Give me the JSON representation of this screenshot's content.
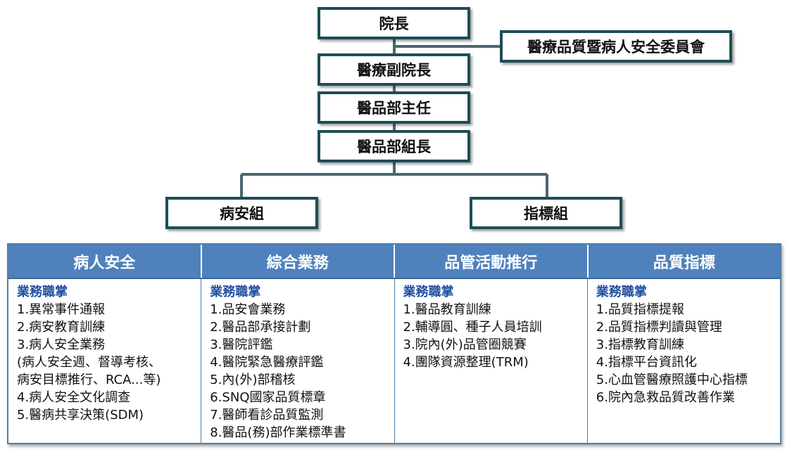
{
  "org": {
    "director": "院長",
    "committee": "醫療品質暨病人安全委員會",
    "vice_director": "醫療副院長",
    "dept_head": "醫品部主任",
    "section_chief": "醫品部組長",
    "group_patient_safety": "病安組",
    "group_indicator": "指標組"
  },
  "table": {
    "columns": [
      {
        "header": "病人安全",
        "title": "業務職掌",
        "items": [
          "1.異常事件通報",
          "2.病安教育訓練",
          "3.病人安全業務",
          "(病人安全週、督導考核、",
          "病安目標推行、RCA...等)",
          "4.病人安全文化調查",
          "5.醫病共享決策(SDM)"
        ]
      },
      {
        "header": "綜合業務",
        "title": "業務職掌",
        "items": [
          "1.品安會業務",
          "2.醫品部承接計劃",
          "3.醫院評鑑",
          "4.醫院緊急醫療評鑑",
          "5.內(外)部稽核",
          "6.SNQ國家品質標章",
          "7.醫師看診品質監測",
          "8.醫品(務)部作業標準書"
        ]
      },
      {
        "header": "品管活動推行",
        "title": "業務職掌",
        "items": [
          "1.醫品教育訓練",
          "2.輔導圓、種子人員培訓",
          "3.院內(外)品管圈競賽",
          "4.團隊資源整理(TRM)"
        ]
      },
      {
        "header": "品質指標",
        "title": "業務職掌",
        "items": [
          "1.品質指標提報",
          "2.品質指標判讀與管理",
          "3.指標教育訓練",
          "4.指標平台資訊化",
          "5.心血管醫療照護中心指標",
          "6.院內急救品質改善作業"
        ]
      }
    ]
  },
  "colors": {
    "box_border": "#1e4d57",
    "connector": "#4a6870",
    "table_header_bg": "#4f81bd",
    "duty_title": "#1f4fa0"
  }
}
